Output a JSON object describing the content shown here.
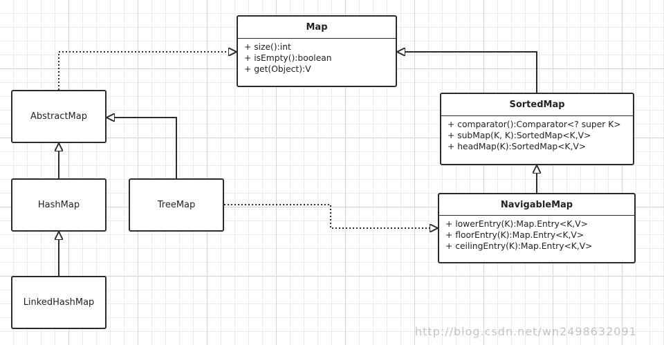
{
  "classes": {
    "map": {
      "name": "Map",
      "methods": [
        "+ size():int",
        "+ isEmpty():boolean",
        "+ get(Object):V"
      ]
    },
    "sorted_map": {
      "name": "SortedMap",
      "methods": [
        "+ comparator():Comparator<? super K>",
        "+ subMap(K, K):SortedMap<K,V>",
        "+ headMap(K):SortedMap<K,V>"
      ]
    },
    "navigable_map": {
      "name": "NavigableMap",
      "methods": [
        "+ lowerEntry(K):Map.Entry<K,V>",
        "+ floorEntry(K):Map.Entry<K,V>",
        "+ ceilingEntry(K):Map.Entry<K,V>"
      ]
    },
    "abstract_map": {
      "name": "AbstractMap"
    },
    "hash_map": {
      "name": "HashMap"
    },
    "tree_map": {
      "name": "TreeMap"
    },
    "linked_hash_map": {
      "name": "LinkedHashMap"
    }
  },
  "relations": [
    {
      "from": "AbstractMap",
      "to": "Map",
      "kind": "realization"
    },
    {
      "from": "SortedMap",
      "to": "Map",
      "kind": "generalization"
    },
    {
      "from": "NavigableMap",
      "to": "SortedMap",
      "kind": "generalization"
    },
    {
      "from": "HashMap",
      "to": "AbstractMap",
      "kind": "generalization"
    },
    {
      "from": "LinkedHashMap",
      "to": "HashMap",
      "kind": "generalization"
    },
    {
      "from": "TreeMap",
      "to": "AbstractMap",
      "kind": "generalization"
    },
    {
      "from": "TreeMap",
      "to": "NavigableMap",
      "kind": "realization"
    }
  ],
  "watermark": "http://blog.csdn.net/wn2498632091"
}
